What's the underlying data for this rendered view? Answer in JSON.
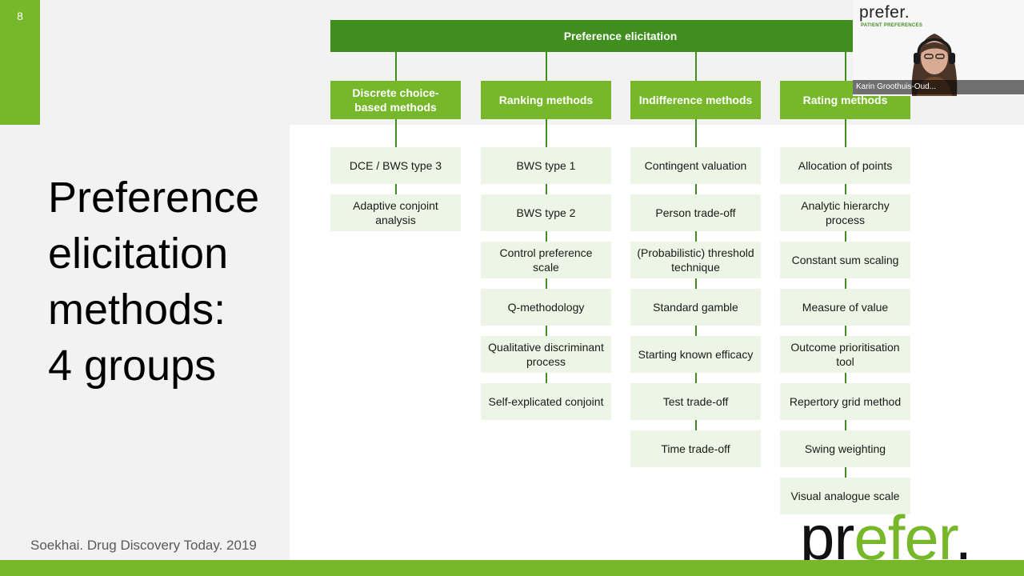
{
  "slide": {
    "number": "8",
    "title_lines": [
      "Preference",
      "elicitation",
      "methods:",
      "4 groups"
    ],
    "citation": "Soekhai. Drug Discovery Today. 2019"
  },
  "diagram": {
    "root": "Preference elicitation",
    "categories": [
      {
        "label": "Discrete choice-based methods",
        "items": [
          "DCE / BWS type 3",
          "Adaptive conjoint analysis"
        ]
      },
      {
        "label": "Ranking methods",
        "items": [
          "BWS type 1",
          "BWS type 2",
          "Control preference scale",
          "Q-methodology",
          "Qualitative discriminant process",
          "Self-explicated conjoint"
        ]
      },
      {
        "label": "Indifference methods",
        "items": [
          "Contingent valuation",
          "Person trade-off",
          "(Probabilistic) threshold technique",
          "Standard gamble",
          "Starting known efficacy",
          "Test trade-off",
          "Time trade-off"
        ]
      },
      {
        "label": "Rating methods",
        "items": [
          "Allocation of points",
          "Analytic hierarchy process",
          "Constant sum scaling",
          "Measure of value",
          "Outcome prioritisation tool",
          "Repertory grid method",
          "Swing weighting",
          "Visual analogue scale"
        ]
      }
    ]
  },
  "video": {
    "logo": "prefer.",
    "logo_sub": "PATIENT PREFERENCES",
    "participant_name": "Karin Groothuis-Oud..."
  },
  "brand": {
    "logo_part1": "pr",
    "logo_part2": "efer",
    "logo_part3": "."
  },
  "colors": {
    "dark_green": "#3f8e1e",
    "green": "#76b82a",
    "light_green": "#edf5e6"
  }
}
